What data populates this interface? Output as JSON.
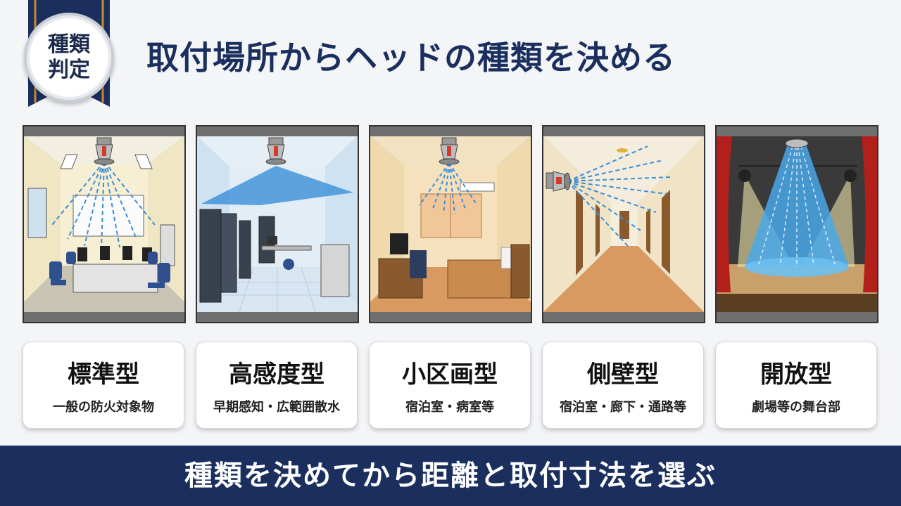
{
  "badge": {
    "label": "種類判定"
  },
  "title": "取付場所からヘッドの種類を決める",
  "categories": [
    {
      "name": "標準型",
      "description": "一般の防火対象物"
    },
    {
      "name": "高感度型",
      "description": "早期感知・広範囲散水"
    },
    {
      "name": "小区画型",
      "description": "宿泊室・病室等"
    },
    {
      "name": "側壁型",
      "description": "宿泊室・廊下・通路等"
    },
    {
      "name": "開放型",
      "description": "劇場等の舞台部"
    }
  ],
  "footer": {
    "message": "種類を決めてから距離と取付寸法を選ぶ"
  },
  "colors": {
    "navy": "#1b2f5e",
    "spray_blue": "#3a8fd8",
    "ribbon_gold": "#c98a2a"
  }
}
